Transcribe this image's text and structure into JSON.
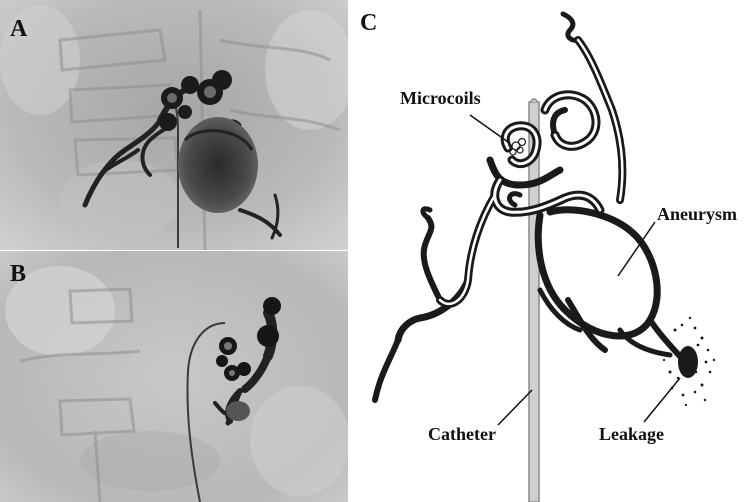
{
  "panels": {
    "a": {
      "letter": "A"
    },
    "b": {
      "letter": "B"
    },
    "c": {
      "letter": "C",
      "labels": {
        "microcoils": "Microcoils",
        "aneurysm": "Aneurysm",
        "catheter": "Catheter",
        "leakage": "Leakage"
      }
    }
  }
}
